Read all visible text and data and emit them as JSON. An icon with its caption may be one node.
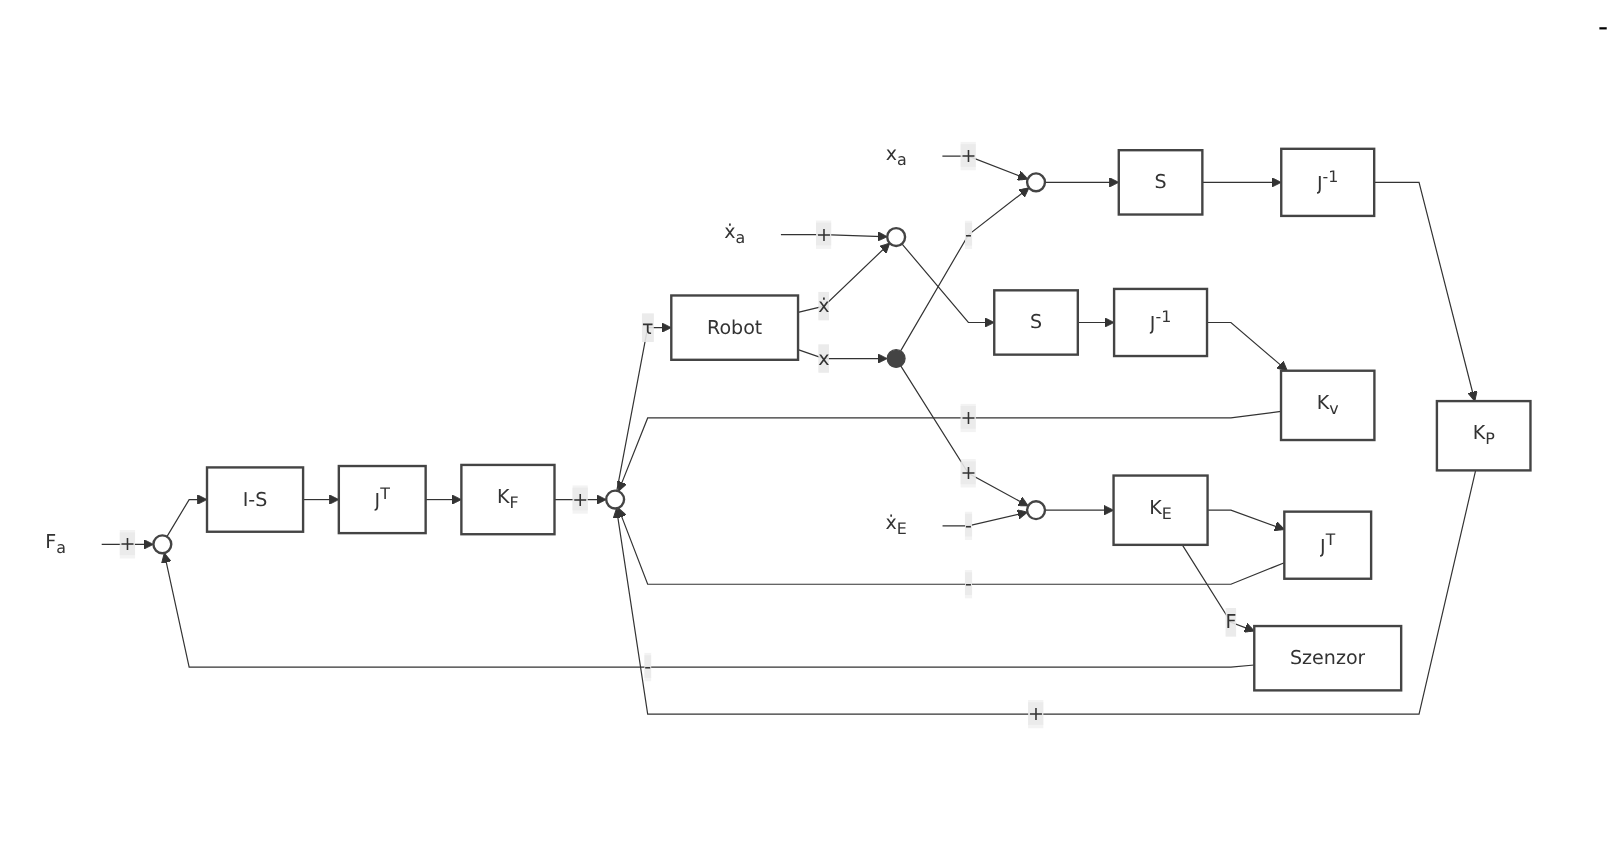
{
  "diagram": {
    "nodes": [
      {
        "text": [
          "F$_{a}$"
        ]
      },
      {
        "text": [],
        "shape": "circle"
      },
      {
        "text": [
          "I-S"
        ]
      },
      {
        "text": [
          "J$^{T}$"
        ]
      },
      {
        "text": [
          "K$_{F}$"
        ]
      },
      {
        "text": [
          "x$_{a}$"
        ]
      },
      {
        "text": [],
        "shape": "circle"
      },
      {
        "text": [
          "S"
        ]
      },
      {
        "text": [
          "J$^{-1}$"
        ]
      },
      {
        "text": [
          "K$_{P}$"
        ]
      },
      {
        "text": [
          "ẋ$_{a}$"
        ]
      },
      {
        "text": [],
        "shape": "circle"
      },
      {
        "text": [
          "S"
        ]
      },
      {
        "text": [
          "J$^{-1}$"
        ]
      },
      {
        "text": [
          "K$_{v}$"
        ]
      },
      {
        "text": [],
        "shape": "circle"
      },
      {
        "text": [
          "Robot"
        ]
      },
      {
        "text": [],
        "shape": "dot"
      },
      {
        "text": [],
        "shape": "circle"
      },
      {
        "text": [
          "ẋ$_{E}$"
        ]
      },
      {
        "text": [
          "K$_{E}$"
        ]
      },
      {
        "text": [
          "J$^{T}$"
        ]
      },
      {
        "text": [
          "Szenzor"
        ]
      }
    ],
    "edges": [
      {
        "from": 0,
        "to": 1,
        "arrow": "to",
        "label": "+"
      },
      {
        "from": 1,
        "to": 2,
        "arrow": "to"
      },
      {
        "from": 2,
        "to": 3,
        "arrow": "to"
      },
      {
        "from": 3,
        "to": 4,
        "arrow": "to"
      },
      {
        "from": 4,
        "to": 15,
        "arrow": "to",
        "label": "+"
      },
      {
        "from": 5,
        "to": 6,
        "arrow": "to",
        "label": "+"
      },
      {
        "from": 6,
        "to": 7,
        "arrow": "to"
      },
      {
        "from": 7,
        "to": 8,
        "arrow": "to"
      },
      {
        "from": 8,
        "to": 9,
        "arrow": "to"
      },
      {
        "from": 9,
        "to": 15,
        "arrow": "to",
        "label": "+"
      },
      {
        "from": 10,
        "to": 11,
        "arrow": "to",
        "label": "+"
      },
      {
        "from": 11,
        "to": 12,
        "arrow": "to"
      },
      {
        "from": 12,
        "to": 13,
        "arrow": "to"
      },
      {
        "from": 13,
        "to": 14,
        "arrow": "to"
      },
      {
        "from": 14,
        "to": 15,
        "arrow": "to",
        "label": "+"
      },
      {
        "from": 15,
        "to": 16,
        "arrow": "to",
        "label": "τ"
      },
      {
        "from": 16,
        "to": 17,
        "arrow": "to",
        "label": "x"
      },
      {
        "from": 17,
        "to": 6,
        "arrow": "to",
        "label": "-"
      },
      {
        "from": 17,
        "to": 18,
        "arrow": "to",
        "label": "+"
      },
      {
        "from": 16,
        "to": 11,
        "arrow": "to",
        "label": "ẋ"
      },
      {
        "from": 19,
        "to": 18,
        "arrow": "to",
        "label": "-"
      },
      {
        "from": 18,
        "to": 20,
        "arrow": "to"
      },
      {
        "from": 20,
        "to": 22,
        "arrow": "to",
        "label": "F"
      },
      {
        "from": 20,
        "to": 21,
        "arrow": "to"
      },
      {
        "from": 21,
        "to": 15,
        "arrow": "to",
        "label": "-"
      },
      {
        "from": 22,
        "to": 1,
        "arrow": "to",
        "label": "-"
      }
    ],
    "labels": [
      "-"
    ]
  }
}
